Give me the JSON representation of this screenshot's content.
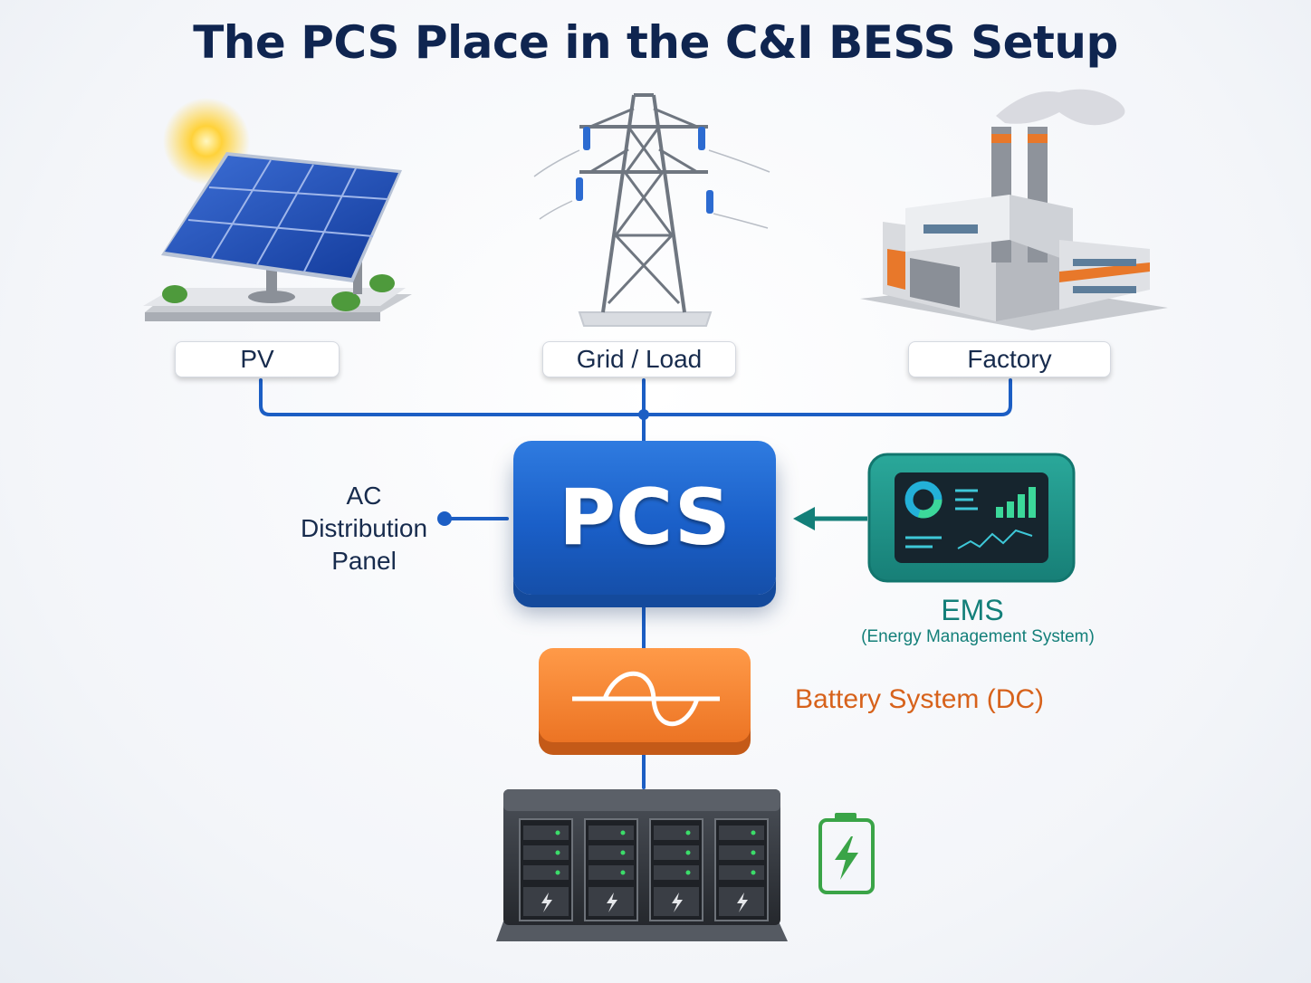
{
  "title": "The PCS Place in the C&I BESS Setup",
  "nodes": {
    "pv": {
      "label": "PV"
    },
    "grid": {
      "label": "Grid / Load"
    },
    "factory": {
      "label": "Factory"
    },
    "pcs": {
      "label": "PCS"
    },
    "ac_panel": {
      "label_lines": [
        "AC",
        "Distribution",
        "Panel"
      ]
    },
    "ems": {
      "label": "EMS",
      "sublabel": "(Energy Management System)"
    },
    "battery": {
      "label": "Battery System (DC)"
    }
  },
  "colors": {
    "title": "#0f2550",
    "line_blue": "#1c5ec4",
    "pcs_blue": "#1a5fc8",
    "ems_teal": "#137f79",
    "battery_orange": "#d7621b",
    "battery_icon_green": "#3aa447"
  }
}
